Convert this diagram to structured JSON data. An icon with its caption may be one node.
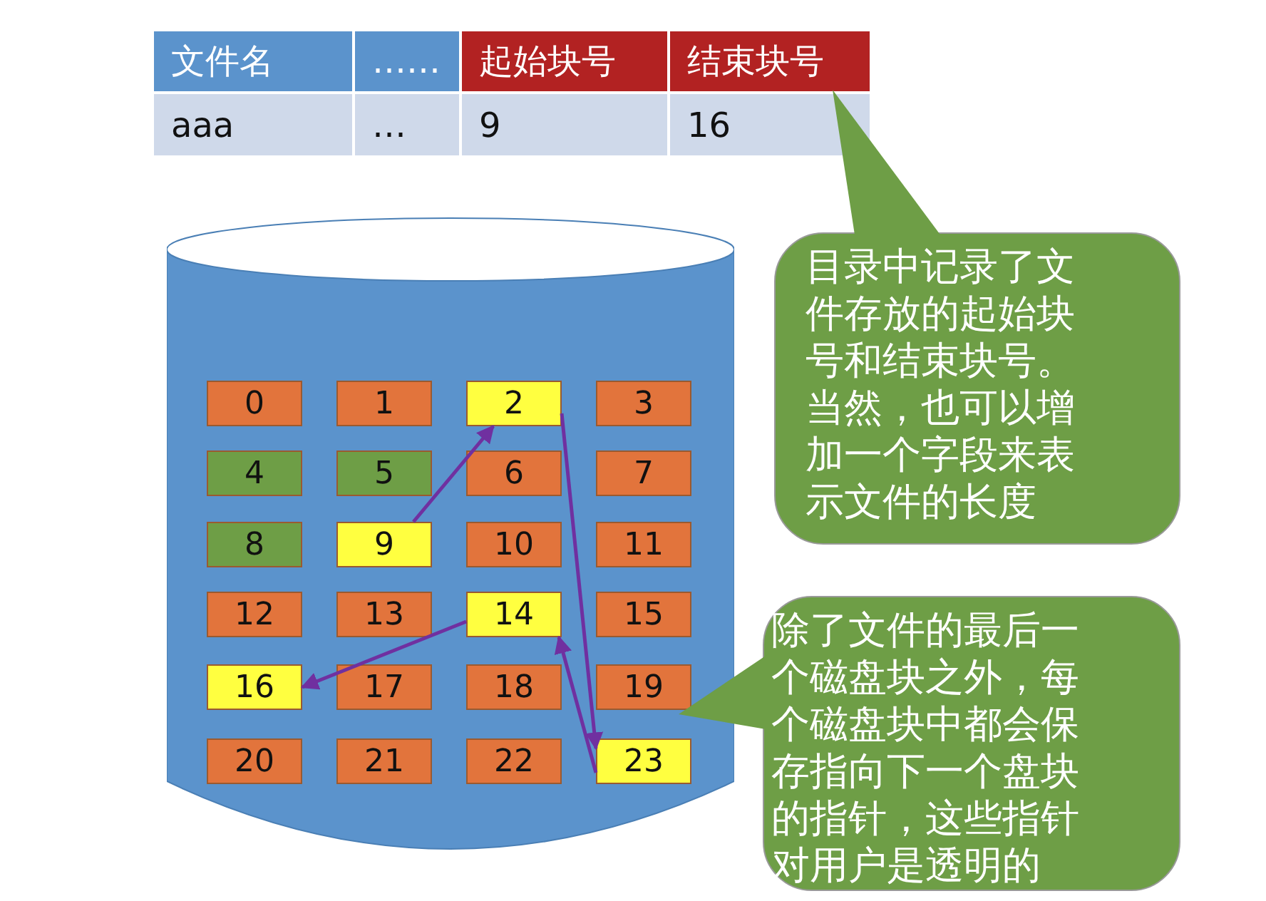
{
  "diagram": {
    "nodes": [
      {
        "text": [],
        "shape": "cylinder"
      },
      {
        "text": [
          "0"
        ],
        "in": 0
      },
      {
        "text": [
          "1"
        ],
        "in": 0
      },
      {
        "text": [
          "2"
        ],
        "in": 0
      },
      {
        "text": [
          "3"
        ],
        "in": 0
      },
      {
        "text": [
          "4"
        ],
        "in": 0
      },
      {
        "text": [
          "5"
        ],
        "in": 0
      },
      {
        "text": [
          "6"
        ],
        "in": 0
      },
      {
        "text": [
          "7"
        ],
        "in": 0
      },
      {
        "text": [
          "8"
        ],
        "in": 0
      },
      {
        "text": [
          "9"
        ],
        "in": 0
      },
      {
        "text": [
          "10"
        ],
        "in": 0
      },
      {
        "text": [
          "11"
        ],
        "in": 0
      },
      {
        "text": [
          "12"
        ],
        "in": 0
      },
      {
        "text": [
          "13"
        ],
        "in": 0
      },
      {
        "text": [
          "14"
        ],
        "in": 0
      },
      {
        "text": [
          "15"
        ],
        "in": 0
      },
      {
        "text": [
          "16"
        ],
        "in": 0
      },
      {
        "text": [
          "17"
        ],
        "in": 0
      },
      {
        "text": [
          "18"
        ],
        "in": 0
      },
      {
        "text": [
          "19"
        ],
        "in": 0
      },
      {
        "text": [
          "20"
        ],
        "in": 0
      },
      {
        "text": [
          "21"
        ],
        "in": 0
      },
      {
        "text": [
          "22"
        ],
        "in": 0
      },
      {
        "text": [
          "23"
        ],
        "in": 0
      },
      {
        "text": [
          "目录中记录了文件存放的起始块号和结束块号。当然，也可以增加一个字段来表示文件的长度"
        ]
      },
      {
        "text": [
          "除了文件的最后一个磁盘块之外，每个磁盘块中都会保存指向下一个盘块的指针，这些指针对用户是透明的"
        ]
      }
    ],
    "edges": [
      {
        "from": 10,
        "to": 3,
        "arrow": "to"
      },
      {
        "from": 3,
        "to": 24,
        "arrow": "to"
      },
      {
        "from": 24,
        "to": 15,
        "arrow": "to"
      },
      {
        "from": 15,
        "to": 17,
        "arrow": "to"
      }
    ],
    "labels": [
      "文件名",
      "……",
      "起始块号",
      "结束块号",
      "aaa",
      "…",
      "9",
      "16"
    ]
  }
}
